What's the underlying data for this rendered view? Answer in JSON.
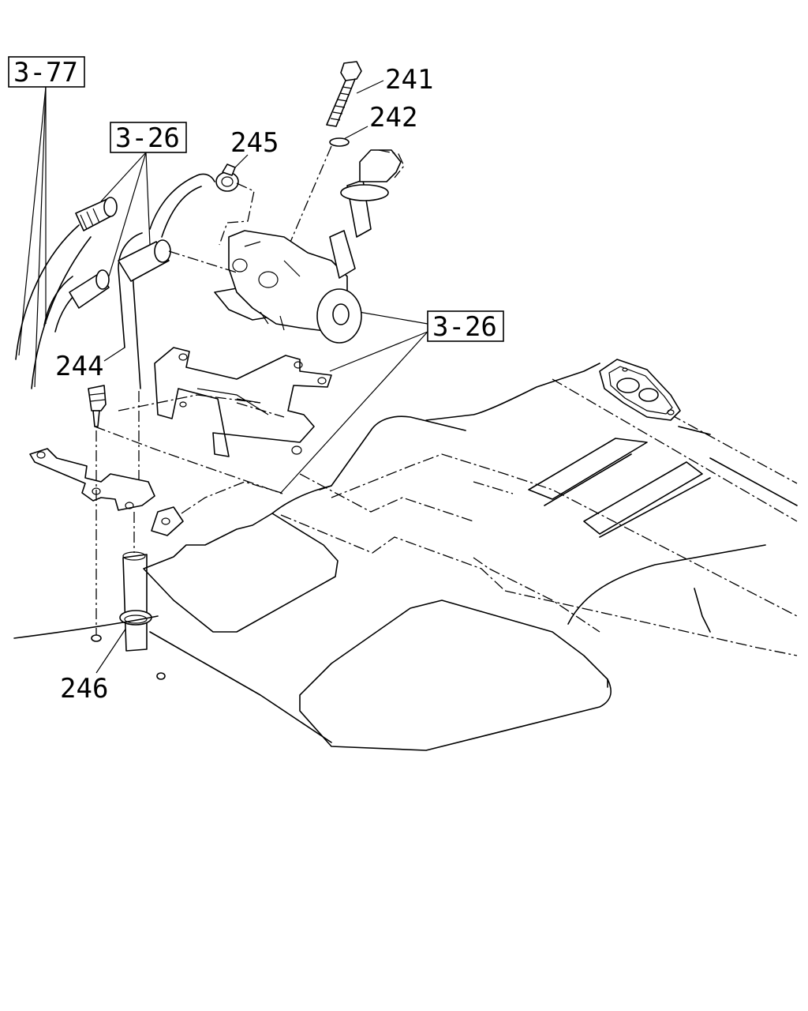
{
  "callouts": {
    "c241": "241",
    "c242": "242",
    "c245": "245",
    "c244": "244",
    "c246": "246"
  },
  "refs": {
    "r377": "3-77",
    "r326a": "3-26",
    "r326b": "3-26"
  }
}
